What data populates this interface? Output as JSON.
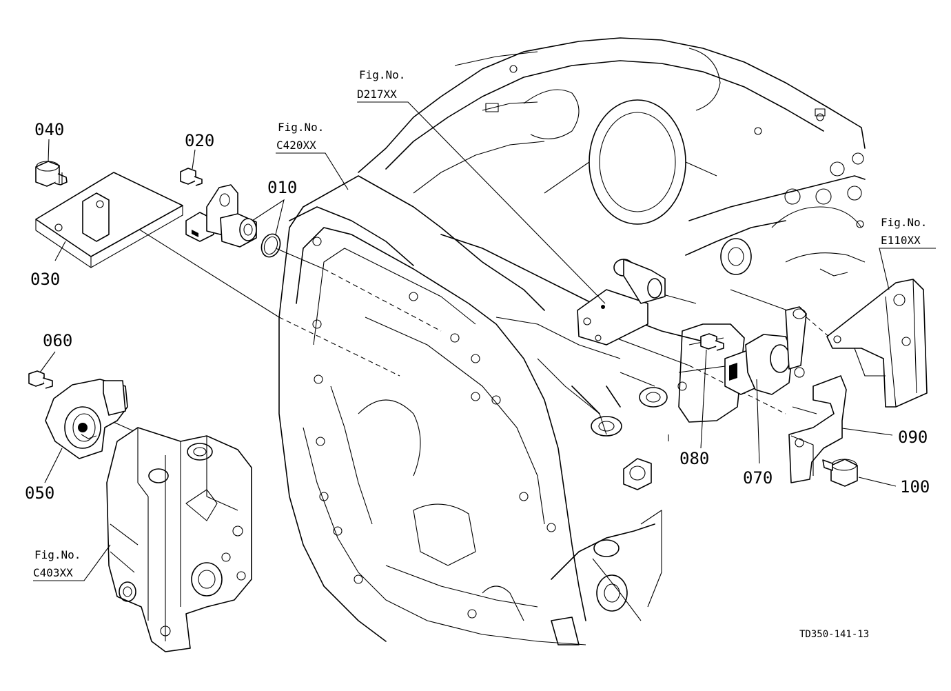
{
  "parts": {
    "p010": "010",
    "p020": "020",
    "p030": "030",
    "p040": "040",
    "p050": "050",
    "p060": "060",
    "p070": "070",
    "p080": "080",
    "p090": "090",
    "p100": "100"
  },
  "figure_refs": {
    "d217": {
      "label": "Fig.No.",
      "code": "D217XX"
    },
    "c420": {
      "label": "Fig.No.",
      "code": "C420XX"
    },
    "e110": {
      "label": "Fig.No.",
      "code": "E110XX"
    },
    "c403": {
      "label": "Fig.No.",
      "code": "C403XX"
    }
  },
  "drawing_code": "TD350-141-13"
}
